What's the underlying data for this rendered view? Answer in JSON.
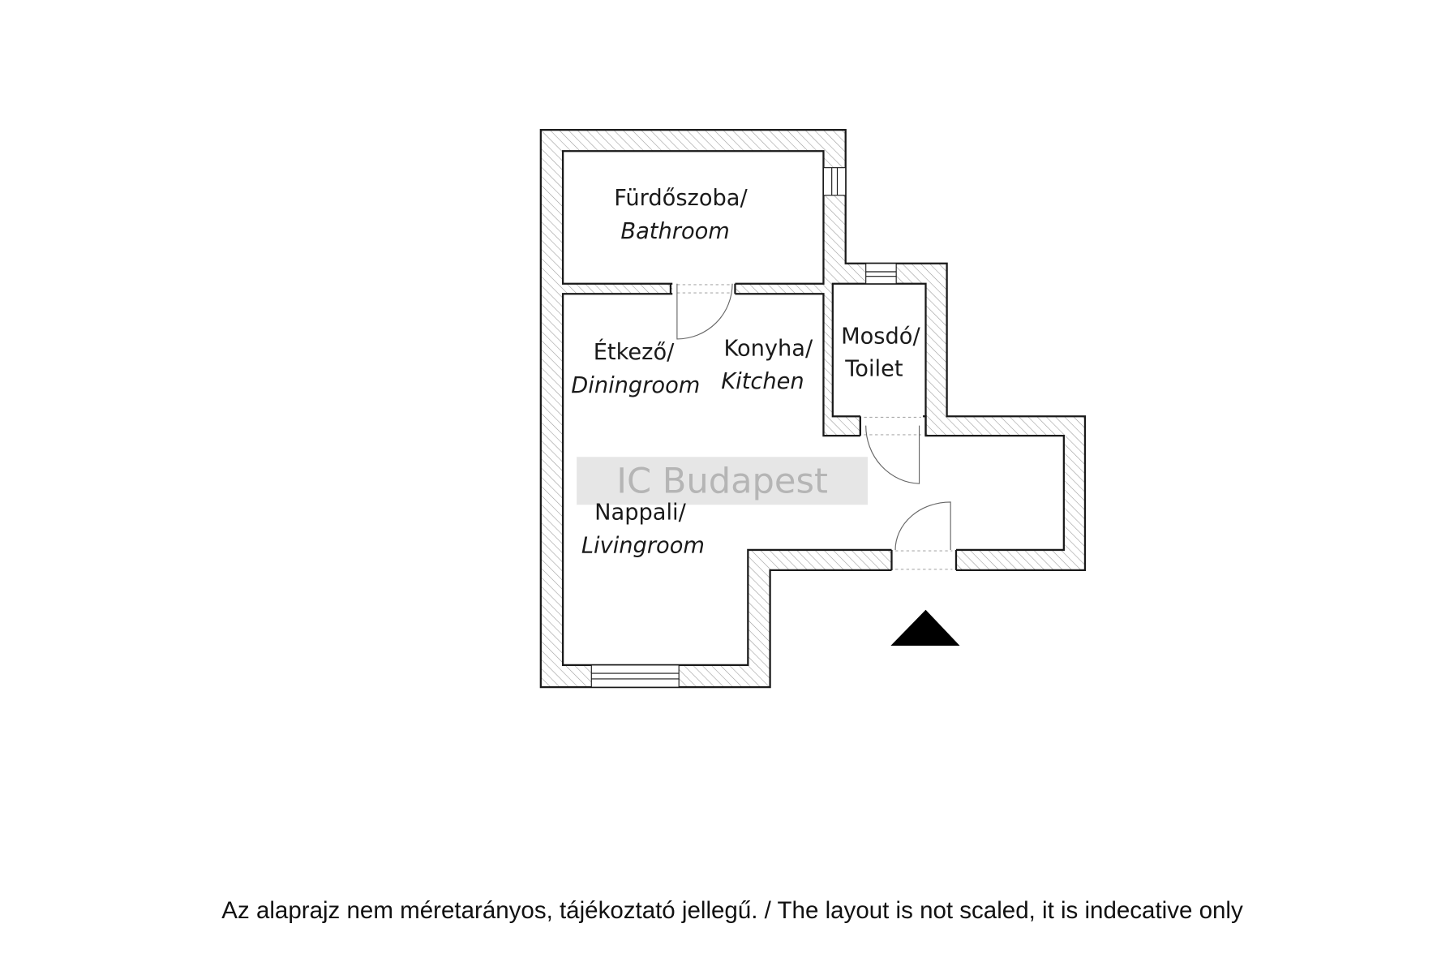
{
  "rooms": {
    "bathroom": {
      "hu": "Fürdőszoba/",
      "en": "Bathroom"
    },
    "dining": {
      "hu": "Étkező/",
      "en": "Diningroom"
    },
    "kitchen": {
      "hu": "Konyha/",
      "en": "Kitchen"
    },
    "toilet": {
      "hu": "Mosdó/",
      "en": "Toilet"
    },
    "living": {
      "hu": "Nappali/",
      "en": "Livingroom"
    }
  },
  "watermark": "IC Budapest",
  "footer": "Az alaprajz nem méretarányos, tájékoztató jellegű. / The layout is not scaled, it is indecative only",
  "colors": {
    "wall_line": "#1a1a1a",
    "hatch": "#9a9a9a",
    "watermark_bg": "#e6e6e6",
    "watermark_text": "#b5b5b5"
  }
}
